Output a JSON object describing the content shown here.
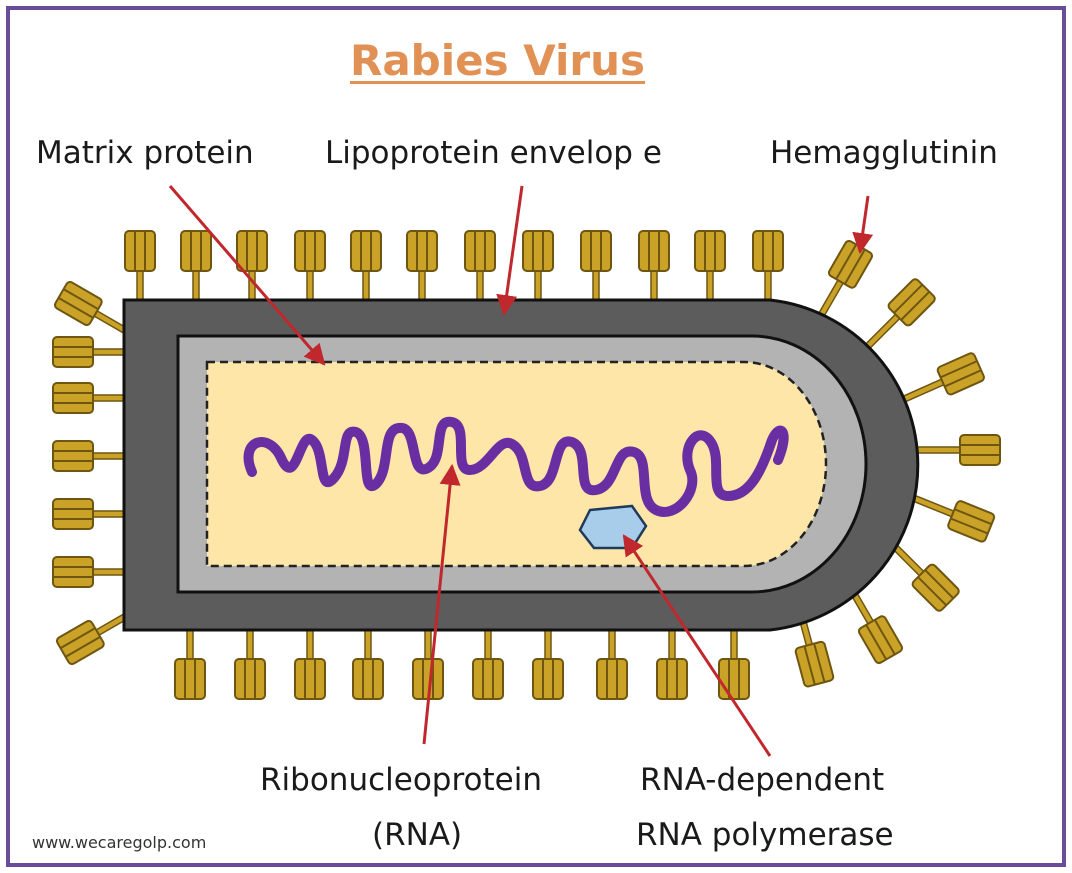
{
  "title": "Rabies Virus",
  "labels": {
    "matrix_protein": "Matrix protein",
    "lipoprotein_envelope": "Lipoprotein envelop e",
    "hemagglutinin": "Hemagglutinin",
    "ribonucleoprotein_line1": "Ribonucleoprotein",
    "ribonucleoprotein_line2": "(RNA)",
    "polymerase_line1": "RNA-dependent",
    "polymerase_line2": "RNA polymerase"
  },
  "watermark": "www.wecaregolp.com",
  "colors": {
    "border": "#6b4c9a",
    "title": "#e29155",
    "envelope": "#5c5c5c",
    "matrix_layer": "#b3b3b3",
    "core": "#fde6a8",
    "rna": "#6a2ea3",
    "polymerase": "#a8cdea",
    "spike": "#c9a227",
    "spike_outline": "#6e5611",
    "arrow": "#c0282d"
  }
}
